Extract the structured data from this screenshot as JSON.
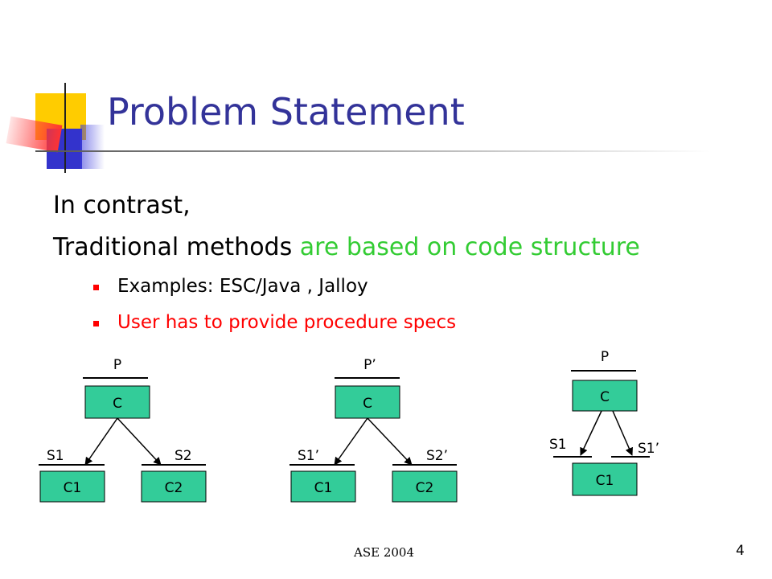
{
  "title": "Problem Statement",
  "line1": "In contrast,",
  "line2_black": "Traditional methods ",
  "line2_green": "are based on code structure",
  "bullets": [
    {
      "text": "Examples: ESC/Java , Jalloy",
      "color": "#000000"
    },
    {
      "text": "User has to provide procedure specs",
      "color": "#ff0000"
    }
  ],
  "colors": {
    "title": "#333399",
    "highlight": "#33cc33",
    "node_fill": "#33cc99",
    "bullet": "#ff0000"
  },
  "diagrams": [
    {
      "top_label": "P",
      "root": "C",
      "left_label": "S1",
      "right_label": "S2",
      "left_child": "C1",
      "right_child": "C2"
    },
    {
      "top_label": "P’",
      "root": "C",
      "left_label": "S1’",
      "right_label": "S2’",
      "left_child": "C1",
      "right_child": "C2"
    },
    {
      "top_label": "P",
      "root": "C",
      "left_label": "S1",
      "right_label": "S1’",
      "child": "C1"
    }
  ],
  "footer": "ASE 2004",
  "page_number": "4"
}
